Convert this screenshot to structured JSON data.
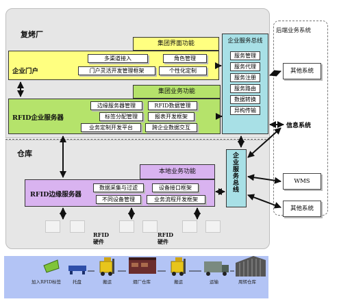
{
  "backend": {
    "title": "后端业务系统"
  },
  "plant": {
    "title": "复烤厂"
  },
  "warehouse": {
    "title": "仓库"
  },
  "group_ui": {
    "title": "集团界面功能"
  },
  "enterprise_portal": {
    "title": "企业门户",
    "cells": [
      "多渠道接入",
      "角色管理",
      "门户灵活开发管理框架",
      "个性化定制"
    ]
  },
  "group_biz": {
    "title": "集团业务功能"
  },
  "rfid_server": {
    "title": "RFID企业服务器",
    "cells": [
      "边缘服务器管理",
      "RFID数据管理",
      "标签分配管理",
      "报表开发框架",
      "业务定制开发平台",
      "跨企业数据交互"
    ]
  },
  "esb_top": {
    "title": "企业服务总线",
    "items": [
      "服务管理",
      "服务代理",
      "服务注册",
      "服务路由",
      "数据转换",
      "异构传输"
    ]
  },
  "local_biz": {
    "title": "本地业务功能"
  },
  "edge_server": {
    "title": "RFID边缘服务器",
    "cells": [
      "数据采集与过滤",
      "设备接口框架",
      "不同设备管理",
      "业务流程开发框架"
    ]
  },
  "esb_bottom": {
    "title": "企业服务总线"
  },
  "systems": {
    "other_top": "其他系统",
    "info": "信息系统",
    "wms": "WMS",
    "other_bottom": "其他系统"
  },
  "hardware": {
    "label1": "RFID\n硬件",
    "label2": "RFID\n硬件"
  },
  "flow": {
    "steps": [
      "加入RFID标签",
      "托盘",
      "搬运",
      "烟厂仓库",
      "搬运",
      "运输",
      "周转仓库"
    ]
  },
  "colors": {
    "zone": "#e6e6e6",
    "yellow": "#ffff80",
    "green": "#b5e36b",
    "purple": "#d9b3f0",
    "esb": "#a8e0e6",
    "band": "#b3c4f5"
  }
}
